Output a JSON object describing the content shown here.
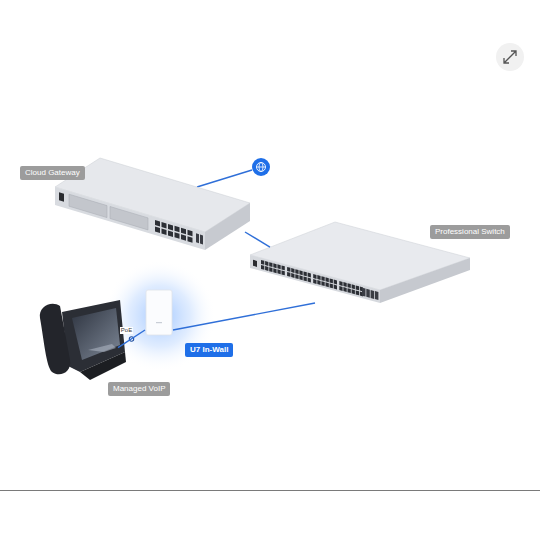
{
  "diagram": {
    "nodes": [
      {
        "text": [
          "Cloud Gateway"
        ]
      },
      {
        "text": [
          "Professional Switch"
        ]
      },
      {
        "text": [
          "U7 In-Wall"
        ]
      },
      {
        "text": [
          "Managed VoIP"
        ]
      }
    ],
    "edges": [
      {
        "from": 0,
        "to": 1,
        "arrow": "none"
      },
      {
        "from": 1,
        "to": 2,
        "arrow": "none"
      },
      {
        "from": 2,
        "to": 3,
        "arrow": "none",
        "label": "PoE"
      }
    ]
  }
}
